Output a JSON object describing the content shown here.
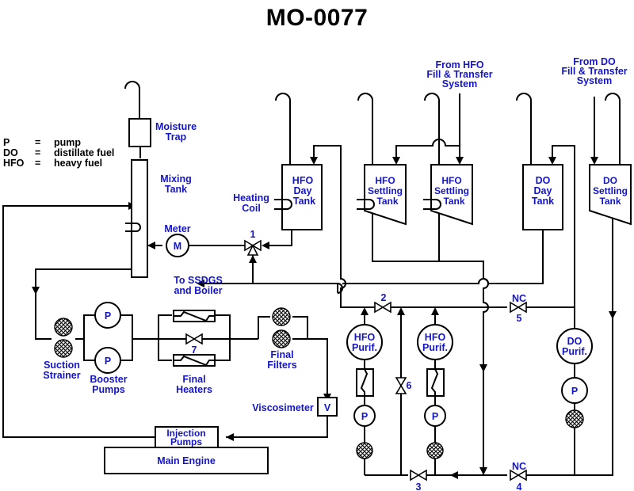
{
  "title": "MO-0077",
  "legend": [
    {
      "abbr": "P",
      "eq": "=",
      "meaning": "pump"
    },
    {
      "abbr": "DO",
      "eq": "=",
      "meaning": "distillate fuel"
    },
    {
      "abbr": "HFO",
      "eq": "=",
      "meaning": "heavy fuel"
    }
  ],
  "colors": {
    "label": "#1515c8",
    "line": "#000000",
    "background": "#ffffff"
  },
  "labels": {
    "moisture_trap": [
      "Moisture",
      "Trap"
    ],
    "mixing_tank": [
      "Mixing",
      "Tank"
    ],
    "meter": "Meter",
    "meter_symbol": "M",
    "heating_coil": [
      "Heating",
      "Coil"
    ],
    "hfo_day_tank": [
      "HFO",
      "Day",
      "Tank"
    ],
    "hfo_settling_tank_1": [
      "HFO",
      "Settling",
      "Tank"
    ],
    "hfo_settling_tank_2": [
      "HFO",
      "Settling",
      "Tank"
    ],
    "do_day_tank": [
      "DO",
      "Day",
      "Tank"
    ],
    "do_settling_tank": [
      "DO",
      "Settling",
      "Tank"
    ],
    "from_hfo": [
      "From HFO",
      "Fill & Transfer",
      "System"
    ],
    "from_do": [
      "From DO",
      "Fill & Transfer",
      "System"
    ],
    "to_ssdgs": [
      "To SSDGS",
      "and Boiler"
    ],
    "suction_strainer": [
      "Suction",
      "Strainer"
    ],
    "booster_pumps": [
      "Booster",
      "Pumps"
    ],
    "final_heaters": [
      "Final",
      "Heaters"
    ],
    "final_filters": [
      "Final",
      "Filters"
    ],
    "viscosimeter": "Viscosimeter",
    "viscosimeter_symbol": "V",
    "injection_pumps": [
      "Injection",
      "Pumps"
    ],
    "main_engine": "Main Engine",
    "hfo_purifier": [
      "HFO",
      "Purif."
    ],
    "do_purifier": [
      "DO",
      "Purif."
    ],
    "pump_symbol": "P"
  },
  "valves": [
    {
      "id": "1",
      "type": "three-way"
    },
    {
      "id": "2",
      "type": "gate"
    },
    {
      "id": "3",
      "type": "gate"
    },
    {
      "id": "4",
      "type": "gate",
      "state": "NC"
    },
    {
      "id": "5",
      "type": "gate",
      "state": "NC"
    },
    {
      "id": "6",
      "type": "gate"
    },
    {
      "id": "7",
      "type": "gate"
    }
  ]
}
